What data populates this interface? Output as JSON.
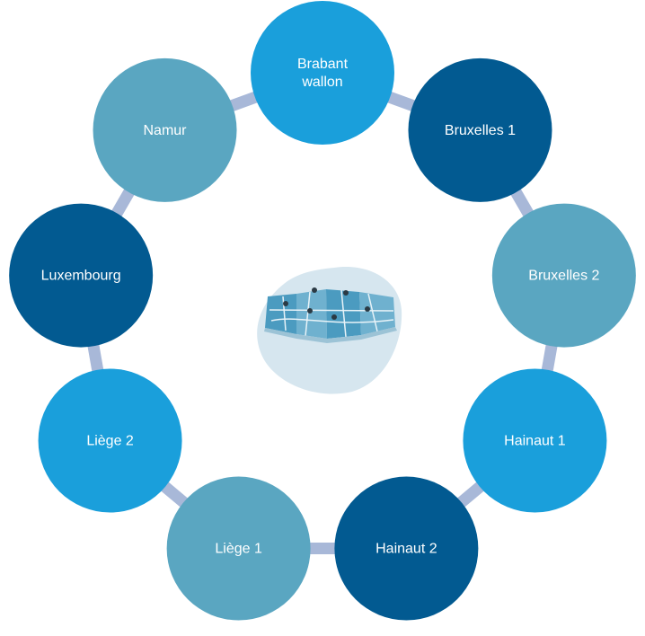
{
  "cycle": {
    "nodes": [
      {
        "lines": [
          "Brabant",
          "wallon"
        ],
        "color": "#1a9fdb"
      },
      {
        "lines": [
          "Bruxelles 1"
        ],
        "color": "#025a91"
      },
      {
        "lines": [
          "Bruxelles 2"
        ],
        "color": "#5aa6c1"
      },
      {
        "lines": [
          "Hainaut 1"
        ],
        "color": "#1a9fdb"
      },
      {
        "lines": [
          "Hainaut 2"
        ],
        "color": "#025a91"
      },
      {
        "lines": [
          "Liège 1"
        ],
        "color": "#5aa6c1"
      },
      {
        "lines": [
          "Liège 2"
        ],
        "color": "#1a9fdb"
      },
      {
        "lines": [
          "Luxembourg"
        ],
        "color": "#025a91"
      },
      {
        "lines": [
          "Namur"
        ],
        "color": "#5aa6c1"
      }
    ],
    "connector_color": "#a8b8d8"
  },
  "center": {
    "icon": "folded-map-icon",
    "blob_color": "#d6e6ef",
    "map_color": "#4b9bc0"
  }
}
